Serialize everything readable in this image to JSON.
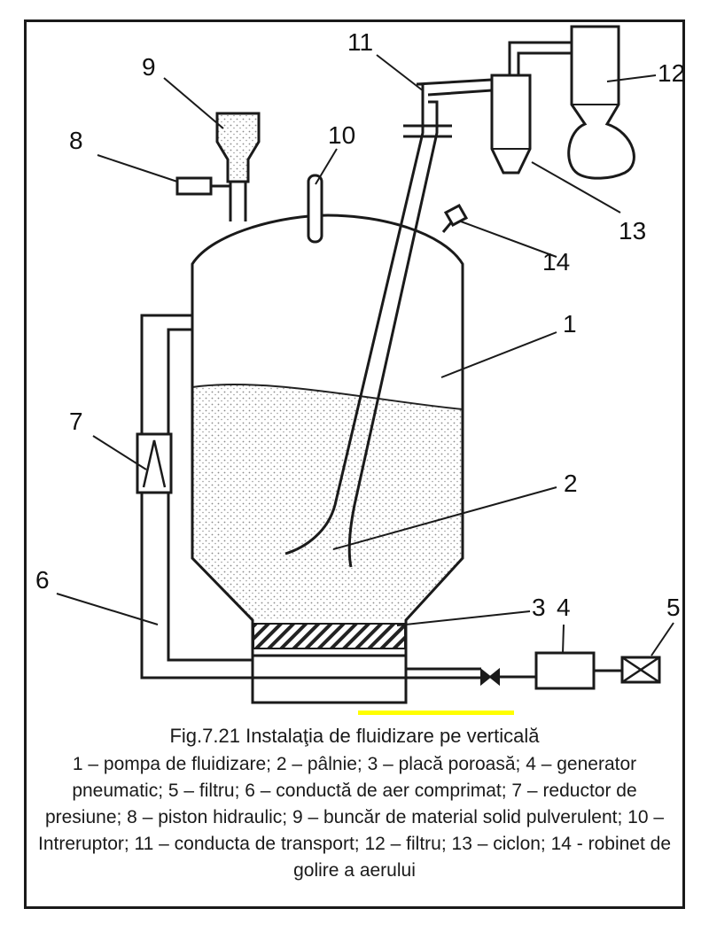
{
  "figure": {
    "title": "Fig.7.21 Instalaţia de fluidizare pe verticală",
    "legend": "1 – pompa de fluidizare; 2 – pâlnie; 3 – placă poroasă; 4 – generator pneumatic; 5 – filtru; 6 – conductă de aer comprimat; 7 – reductor de presiune; 8 – piston hidraulic; 9 – buncăr de material solid pulverulent; 10 – Intreruptor; 11 – conducta de transport; 12 – filtru; 13 – ciclon; 14 - robinet de golire a aerului",
    "highlight_color": "#ffff00",
    "labels": {
      "n1": "1",
      "n2": "2",
      "n3": "3",
      "n4": "4",
      "n5": "5",
      "n6": "6",
      "n7": "7",
      "n8": "8",
      "n9": "9",
      "n10": "10",
      "n11": "11",
      "n12": "12",
      "n13": "13",
      "n14": "14"
    }
  }
}
